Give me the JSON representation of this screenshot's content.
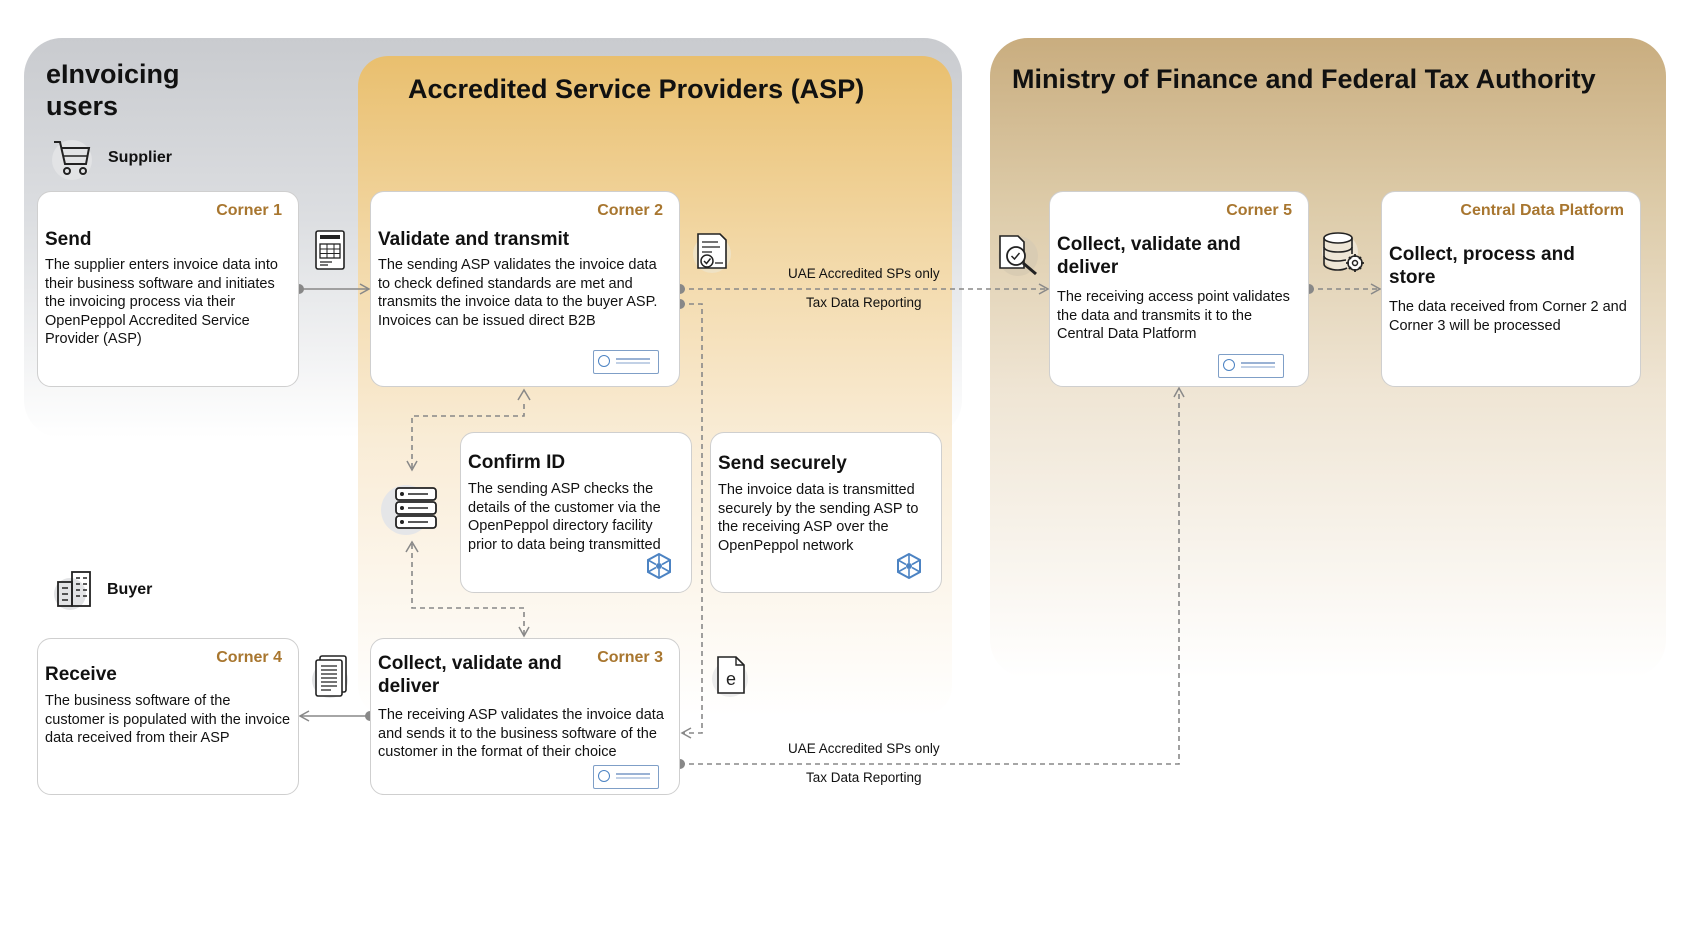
{
  "panels": {
    "users_title": "eInvoicing users",
    "asp_title": "Accredited Service Providers (ASP)",
    "mof_title": "Ministry of Finance and Federal Tax Authority"
  },
  "roles": {
    "supplier": "Supplier",
    "buyer": "Buyer"
  },
  "cards": {
    "corner1": {
      "corner": "Corner 1",
      "title": "Send",
      "text": "The supplier enters invoice data into their business software and initiates the invoicing process via their OpenPeppol Accredited Service Provider (ASP)"
    },
    "corner2": {
      "corner": "Corner 2",
      "title": "Validate and transmit",
      "text": "The sending ASP validates the invoice data to check defined standards are met and transmits the invoice data to the buyer ASP. Invoices can be issued direct B2B"
    },
    "corner5": {
      "corner": "Corner 5",
      "title": "Collect, validate and deliver",
      "text": "The receiving access point validates the data and transmits it to the Central Data Platform"
    },
    "central": {
      "corner": "Central Data Platform",
      "title": "Collect, process and store",
      "text": "The data received from Corner 2 and Corner 3 will be processed"
    },
    "confirm_id": {
      "title": "Confirm ID",
      "text": "The sending ASP checks the details of the customer via the OpenPeppol directory facility prior to data being transmitted"
    },
    "send_securely": {
      "title": "Send securely",
      "text": "The invoice data is transmitted securely by the sending ASP to the receiving ASP over the OpenPeppol network"
    },
    "corner4": {
      "corner": "Corner 4",
      "title": "Receive",
      "text": "The business software of the customer is populated with the invoice data received from their ASP"
    },
    "corner3": {
      "corner": "Corner 3",
      "title": "Collect, validate and deliver",
      "text": "The receiving ASP validates the invoice data and sends it to the business software of the customer in the format of their choice"
    }
  },
  "flows": {
    "top_upper": "UAE Accredited SPs only",
    "top_lower": "Tax Data Reporting",
    "bottom_upper": "UAE Accredited SPs only",
    "bottom_lower": "Tax Data Reporting"
  },
  "icons": {
    "supplier": "shopping-cart-icon",
    "buyer": "office-building-icon",
    "invoice": "invoice-document-icon",
    "validated_doc": "validated-document-icon",
    "inspect": "magnifier-document-icon",
    "database": "database-gear-icon",
    "directory": "directory-list-icon",
    "network": "peppol-network-icon",
    "einvoice": "e-invoice-file-icon",
    "received_doc": "received-document-icon",
    "badge": "peppol-access-point-badge"
  },
  "colors": {
    "corner_label": "#a8762f",
    "asp_panel": "#e9bf6e",
    "mof_panel": "#c9ad7f",
    "users_panel": "#c9cbcf",
    "network_icon": "#4c83c3",
    "connector": "#888888"
  }
}
